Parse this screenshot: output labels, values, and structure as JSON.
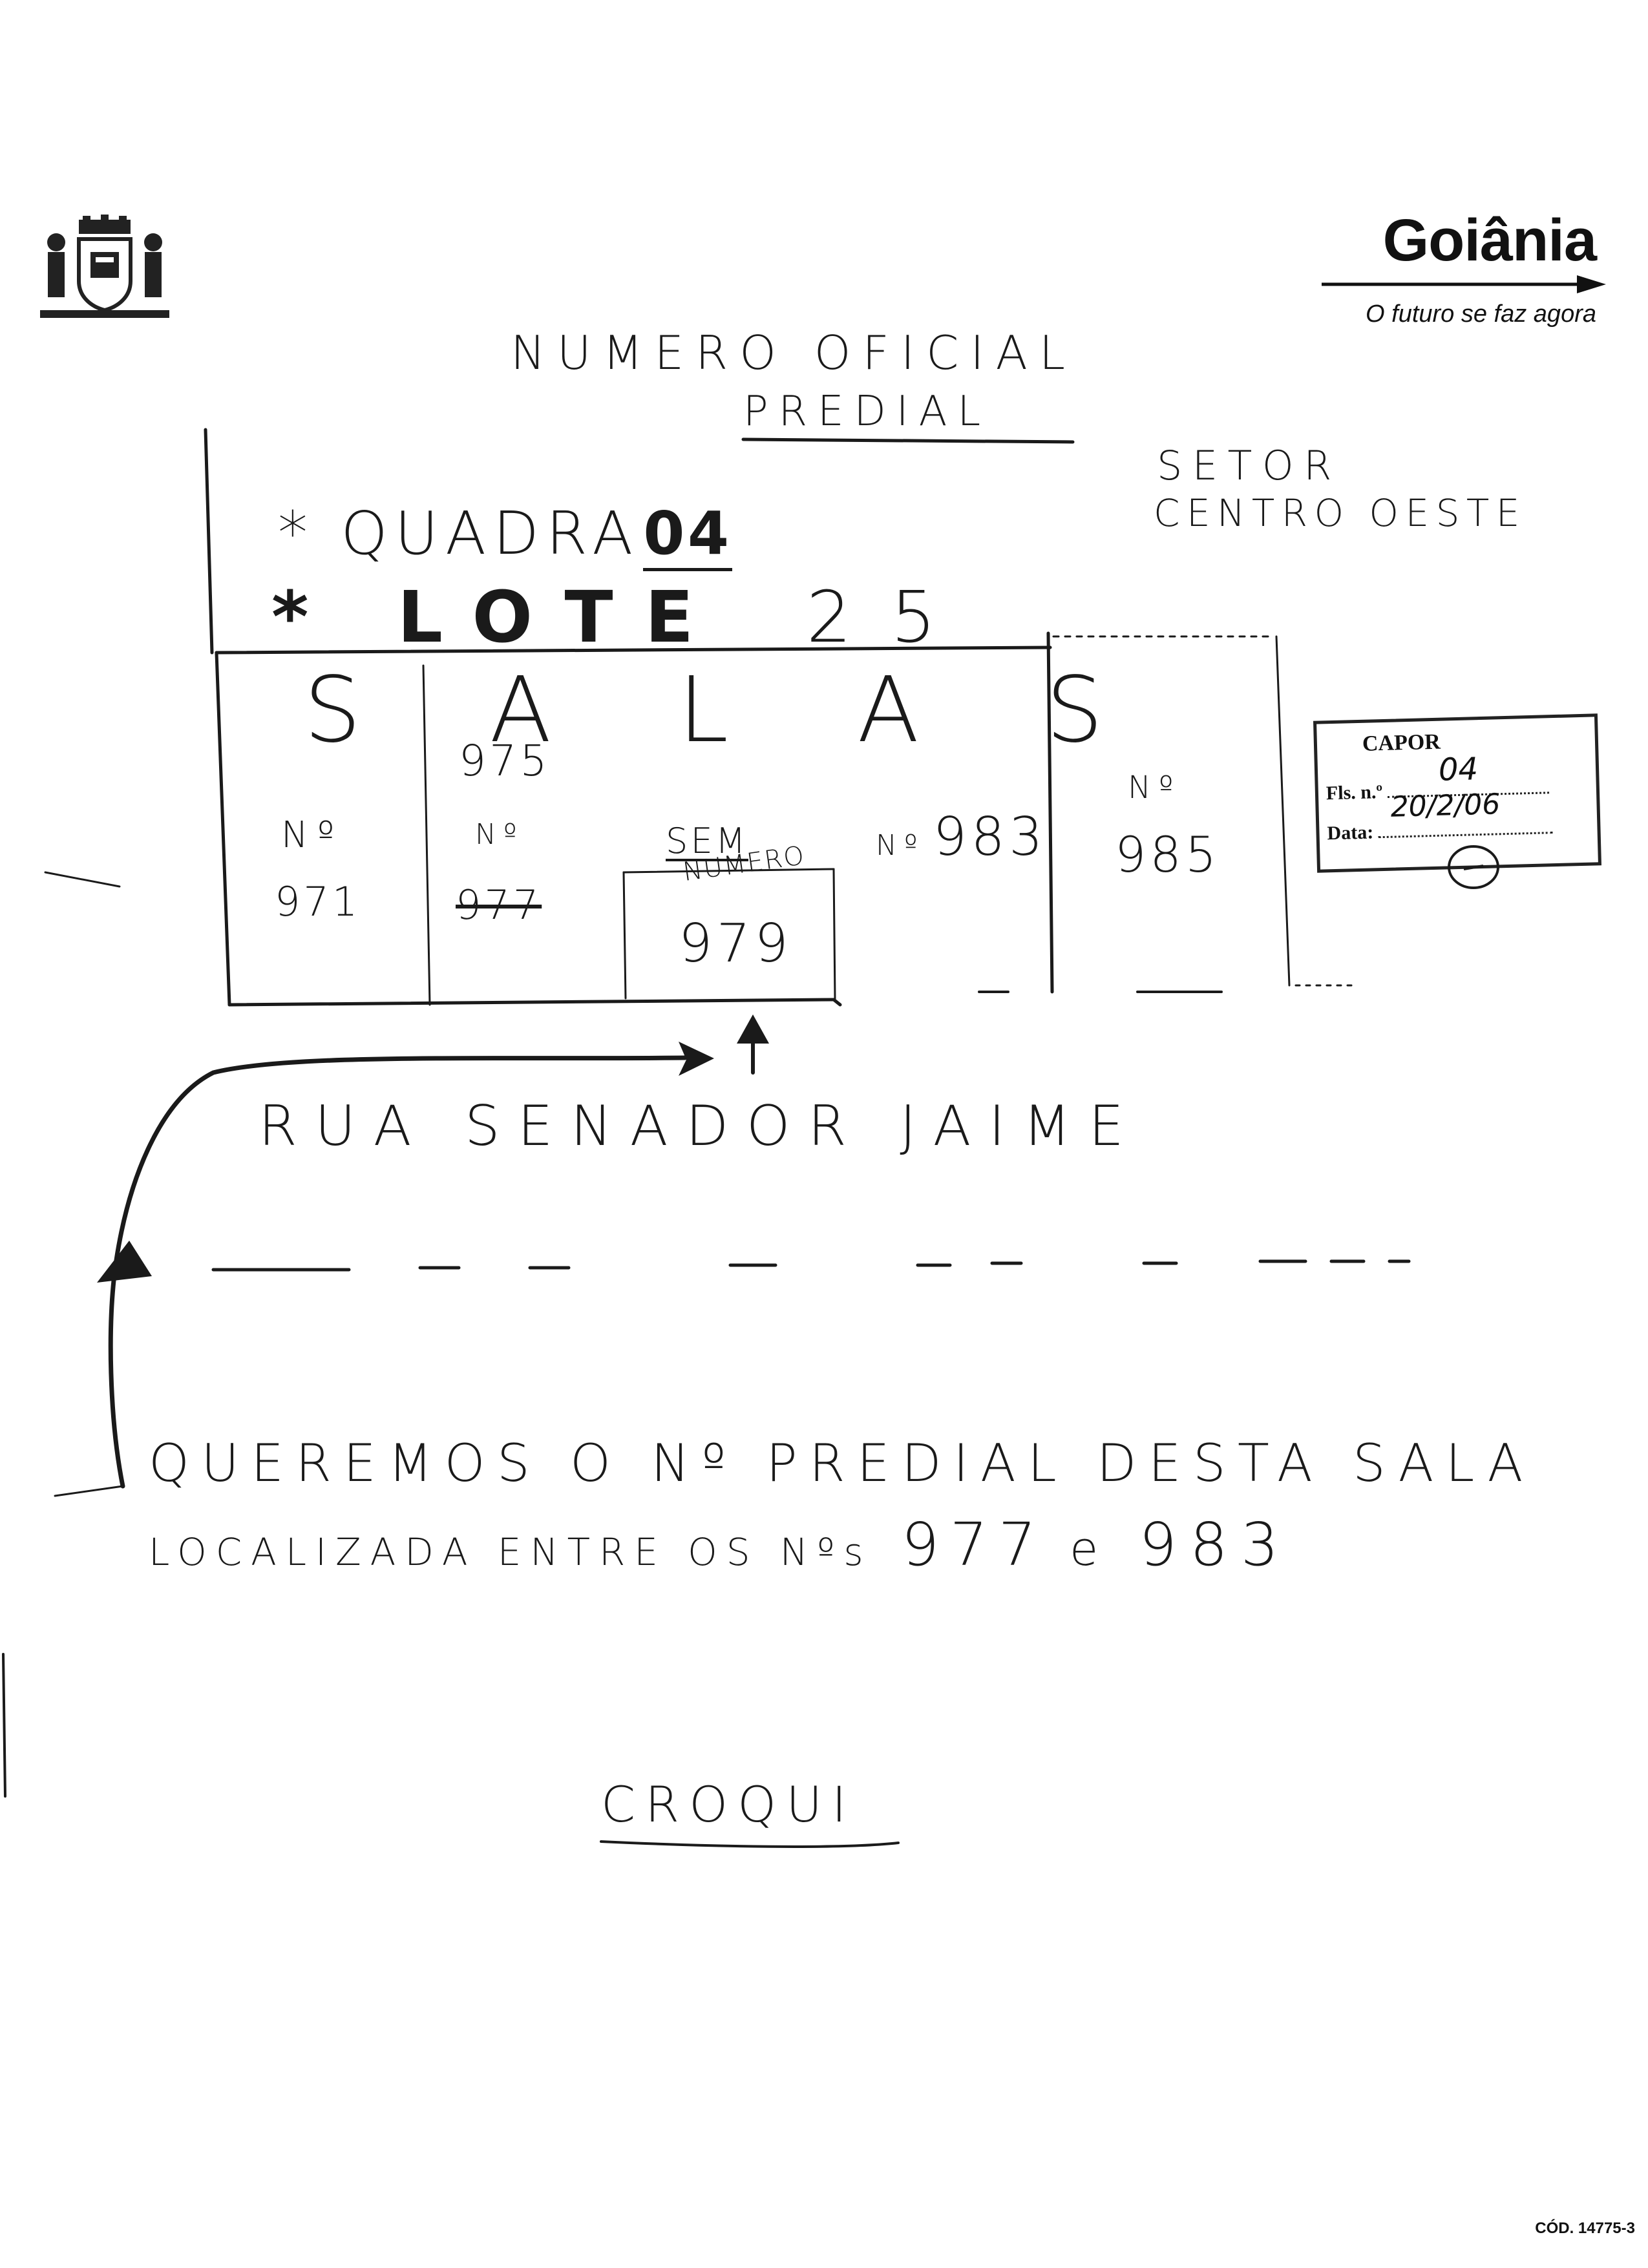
{
  "header": {
    "brand_name": "Goiânia",
    "brand_slogan": "O futuro se faz agora"
  },
  "title": {
    "line1": "NUMERO OFICIAL",
    "line2": "PREDIAL"
  },
  "setor": {
    "line1": "SETOR",
    "line2": "CENTRO OESTE"
  },
  "lot_info": {
    "quadra_label": "* QUADRA",
    "quadra_value": "04",
    "lote_label": "* LOTE",
    "lote_value": "25"
  },
  "sketch": {
    "salas_label": "SALAS",
    "room_975": "975",
    "room_971_label": "Nº",
    "room_971": "971",
    "room_977_label": "Nº",
    "room_977": "977",
    "sem_numero_1": "SEM",
    "sem_numero_2": "NUMERO",
    "room_979": "979",
    "room_983_label": "Nº",
    "room_983": "983",
    "room_985_label": "Nº",
    "room_985": "985",
    "street": "RUA SENADOR JAIME"
  },
  "stamp": {
    "line1_prefix": "",
    "line1_text": "CAPOR",
    "fls_label": "Fls. n.º",
    "fls_value": "04",
    "data_label": "Data:",
    "data_value": "20/2/06"
  },
  "request": {
    "line1": "QUEREMOS O Nº PREDIAL DESTA SALA",
    "line2_text": "LOCALIZADA ENTRE OS Nºs",
    "line2_num1": "977",
    "line2_connector": "e",
    "line2_num2": "983"
  },
  "croqui": "CROQUI",
  "footer": {
    "code": "CÓD. 14775-3"
  }
}
